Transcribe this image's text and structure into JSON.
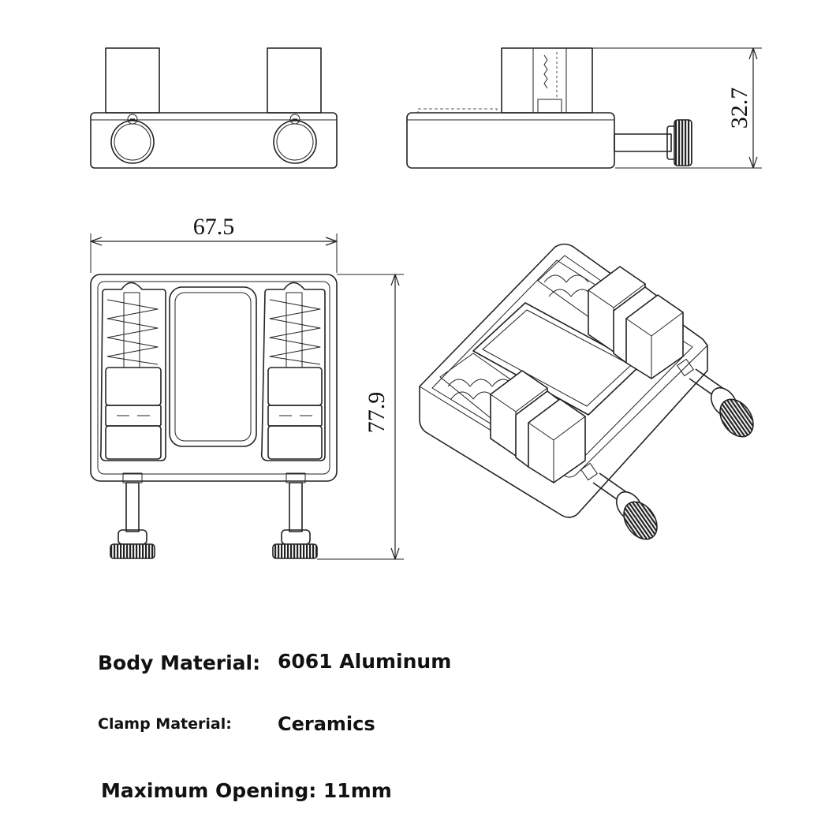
{
  "dimensions": {
    "height": "32.7",
    "width": "67.5",
    "depth": "77.9"
  },
  "specs": {
    "body_label": "Body Material:",
    "body_value": "6061 Aluminum",
    "clamp_label": "Clamp Material:",
    "clamp_value": "Ceramics",
    "opening": "Maximum Opening: 11mm"
  }
}
